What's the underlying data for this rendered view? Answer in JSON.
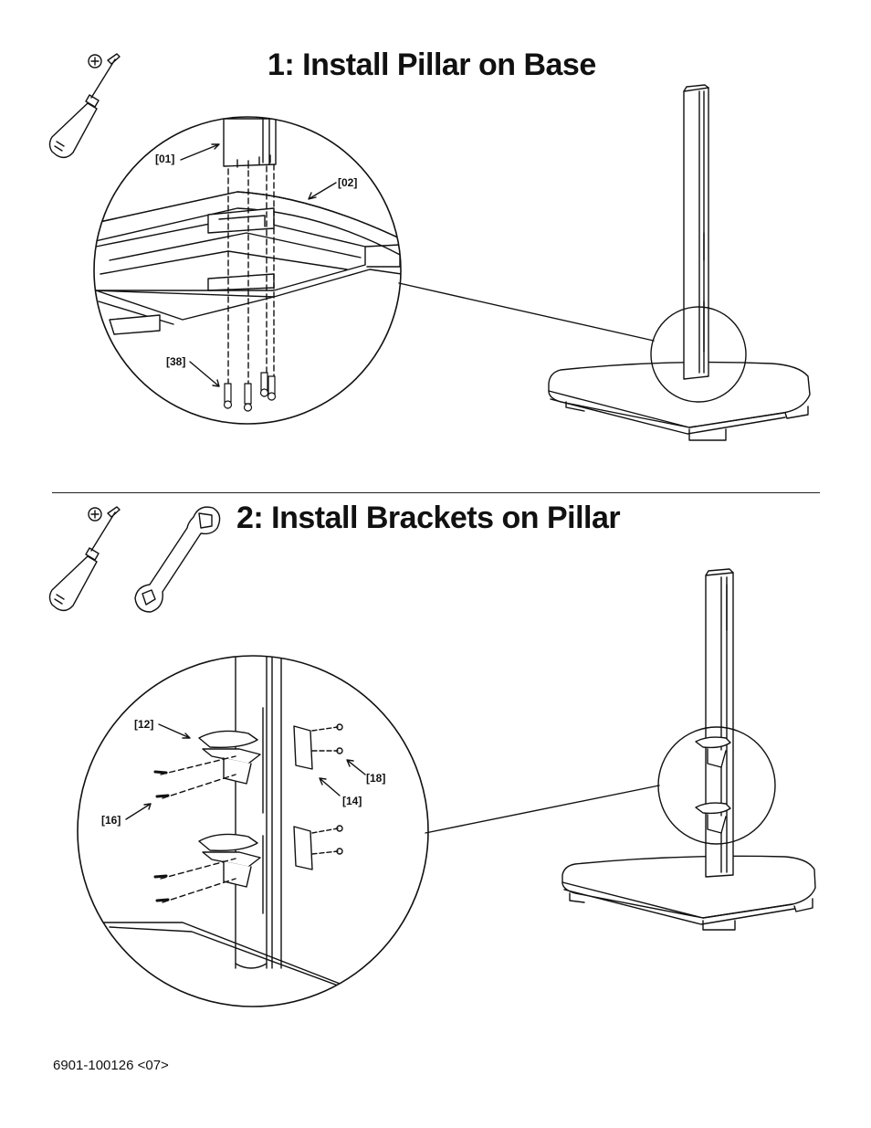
{
  "step1": {
    "title": "1: Install Pillar on Base",
    "tools": [
      "phillips-screwdriver"
    ],
    "callouts": {
      "pillar": "[01]",
      "base": "[02]",
      "screws": "[38]"
    }
  },
  "step2": {
    "title": "2: Install Brackets on Pillar",
    "tools": [
      "phillips-screwdriver",
      "wrench"
    ],
    "callouts": {
      "brackets": "[12]",
      "bolts": "[16]",
      "washers": "[18]",
      "clamp_plates": "[14]"
    }
  },
  "footer": {
    "document_code": "6901-100126 <07>"
  }
}
